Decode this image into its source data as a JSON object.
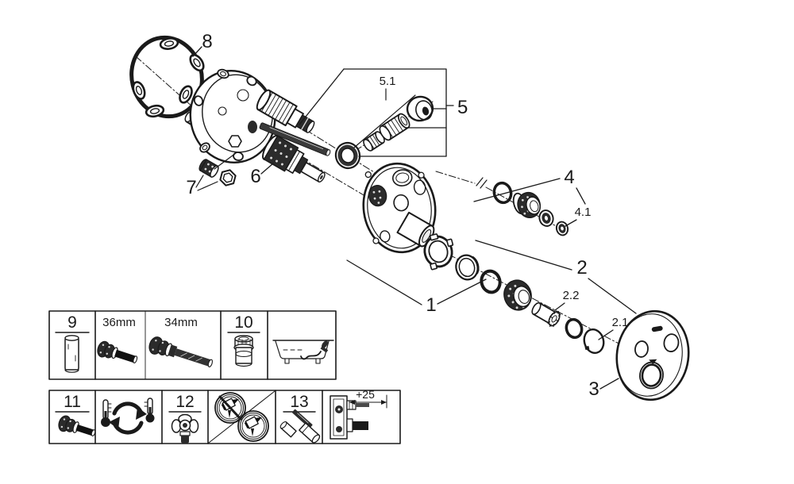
{
  "page": {
    "background": "#ffffff",
    "ink": "#1a1a1a",
    "dark_fill": "#2b2b2b",
    "description": "Exploded parts diagram of a concealed thermostatic shower mixer with legend boxes"
  },
  "diagram": {
    "part_labels": {
      "p1": "1",
      "p2": "2",
      "p2_1": "2.1",
      "p2_2": "2.2",
      "p3": "3",
      "p4": "4",
      "p4_1": "4.1",
      "p5": "5",
      "p5_1": "5.1",
      "p6": "6",
      "p7": "7",
      "p8": "8"
    }
  },
  "legend": {
    "row1": {
      "item9": "9",
      "size36": "36mm",
      "size34": "34mm",
      "item10": "10"
    },
    "row2": {
      "item11": "11",
      "item12": "12",
      "item13": "13",
      "extension_dimension": "+25"
    }
  },
  "icons": {
    "bathtub_icon": "bathtub-with-hand-shower",
    "temperature_swap_icon": "thermometers-with-circular-arrows",
    "lubricant_prohibited_icon": "crossed-out-lubricant-tube",
    "lubricant_allowed_icon": "lubricant-tube",
    "extension_view_icon": "valve-side-view-plus-25mm"
  }
}
